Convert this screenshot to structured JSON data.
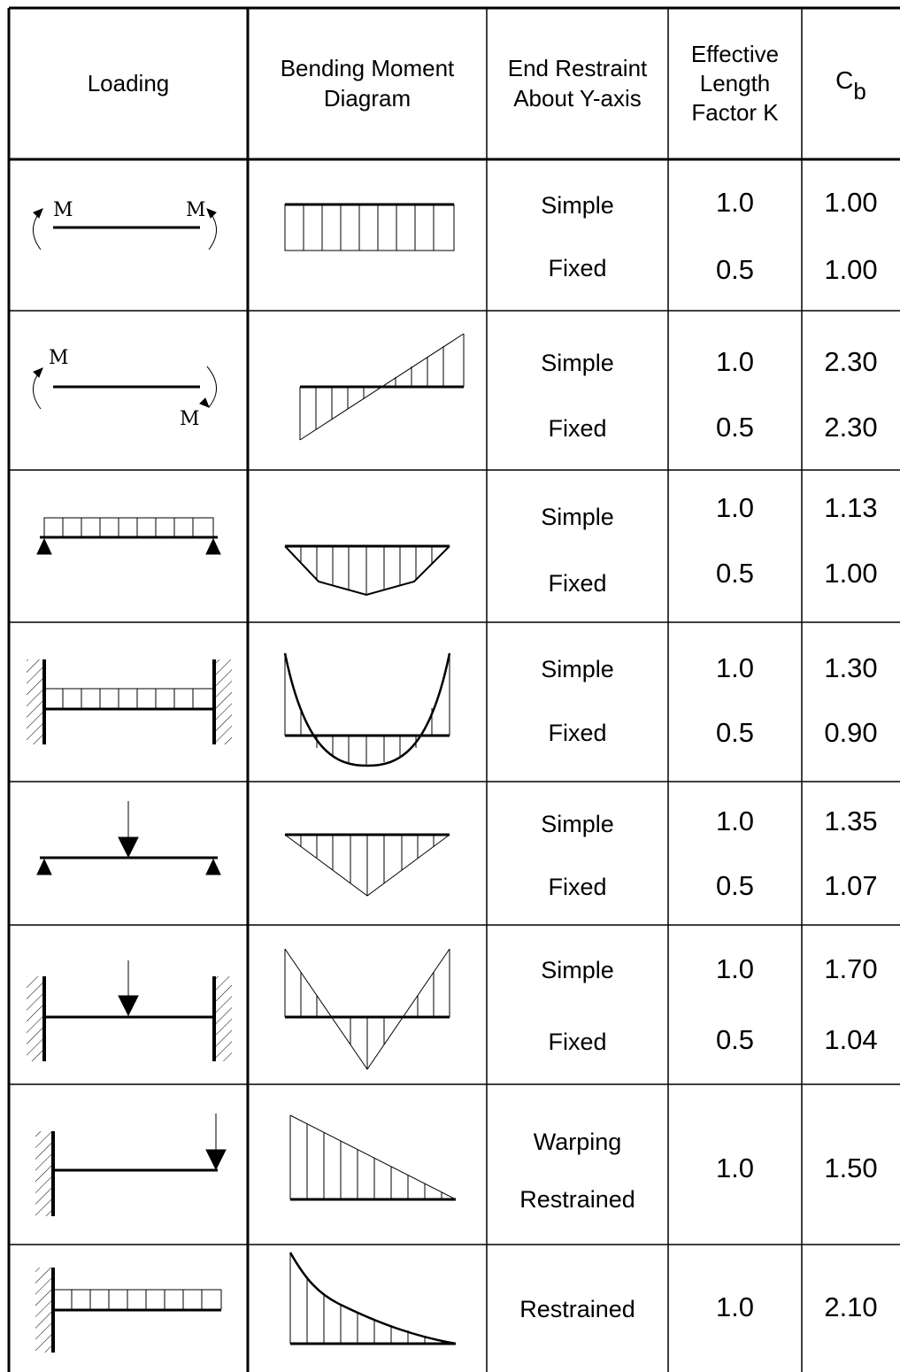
{
  "header": {
    "loading": "Loading",
    "bmd": [
      "Bending Moment",
      "Diagram"
    ],
    "restraint": [
      "End Restraint",
      "About Y-axis"
    ],
    "k": [
      "Effective",
      "Length",
      "Factor K"
    ],
    "cb_main": "C",
    "cb_sub": "b"
  },
  "rows": [
    {
      "loading": "equal-end-moments-simple-beam",
      "bmd": "uniform-moment",
      "restraints": [
        "Simple",
        "Fixed"
      ],
      "k": [
        "1.0",
        "0.5"
      ],
      "cb": [
        "1.00",
        "1.00"
      ],
      "labels": [
        "M",
        "M"
      ]
    },
    {
      "loading": "reverse-end-moments-simple-beam",
      "bmd": "double-curvature-moment",
      "restraints": [
        "Simple",
        "Fixed"
      ],
      "k": [
        "1.0",
        "0.5"
      ],
      "cb": [
        "2.30",
        "2.30"
      ],
      "labels": [
        "M",
        "M"
      ]
    },
    {
      "loading": "udl-simply-supported",
      "bmd": "parabolic-sagging",
      "restraints": [
        "Simple",
        "Fixed"
      ],
      "k": [
        "1.0",
        "0.5"
      ],
      "cb": [
        "1.13",
        "1.00"
      ]
    },
    {
      "loading": "udl-fixed-fixed",
      "bmd": "parabolic-hogging-sagging",
      "restraints": [
        "Simple",
        "Fixed"
      ],
      "k": [
        "1.0",
        "0.5"
      ],
      "cb": [
        "1.30",
        "0.90"
      ]
    },
    {
      "loading": "point-load-simply-supported",
      "bmd": "triangular-sagging",
      "restraints": [
        "Simple",
        "Fixed"
      ],
      "k": [
        "1.0",
        "0.5"
      ],
      "cb": [
        "1.35",
        "1.07"
      ]
    },
    {
      "loading": "point-load-fixed-fixed",
      "bmd": "triangular-hogging-sagging",
      "restraints": [
        "Simple",
        "Fixed"
      ],
      "k": [
        "1.0",
        "0.5"
      ],
      "cb": [
        "1.70",
        "1.04"
      ]
    },
    {
      "loading": "cantilever-tip-load",
      "bmd": "triangular-cantilever",
      "restraints": [
        "Warping",
        "Restrained"
      ],
      "k": [
        "1.0"
      ],
      "cb": [
        "1.50"
      ]
    },
    {
      "loading": "cantilever-udl",
      "bmd": "parabolic-cantilever",
      "restraints": [
        "Restrained"
      ],
      "k": [
        "1.0"
      ],
      "cb": [
        "2.10"
      ]
    }
  ]
}
